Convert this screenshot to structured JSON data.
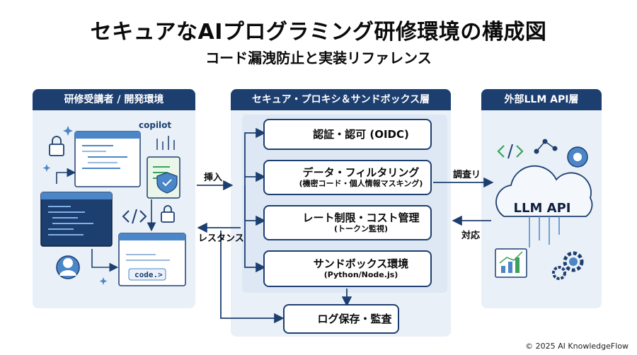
{
  "title": "セキュアなAIプログラミング研修環境の構成図",
  "subtitle": "コード漏洩防止と実装リファレンス",
  "panels": {
    "left": {
      "header": "研修受講者 / 開発環境",
      "copilot_label": "copilot",
      "code_chip": "code.>"
    },
    "middle": {
      "header": "セキュア・プロキシ＆サンドボックス層",
      "boxes": [
        {
          "main": "認証・認可 (OIDC)",
          "sub": ""
        },
        {
          "main": "データ・フィルタリング",
          "sub": "(機密コード・個人情報マスキング)"
        },
        {
          "main": "レート制限・コスト管理",
          "sub": "(トークン監視)"
        },
        {
          "main": "サンドボックス環境",
          "sub": "(Python/Node.js)"
        }
      ],
      "log_box": "ログ保存・監査"
    },
    "right": {
      "header": "外部LLM API層",
      "cloud_label": "LLM API"
    }
  },
  "arrows": {
    "insert": "挿入",
    "response": "レスタンス",
    "query": "調査リ",
    "reply": "対応"
  },
  "footer": "© 2025 AI KnowledgeFlow",
  "colors": {
    "navy": "#1d3f70",
    "panel": "#e9f0f8",
    "accent_green": "#3aa35a",
    "accent_blue": "#4a86c8"
  }
}
